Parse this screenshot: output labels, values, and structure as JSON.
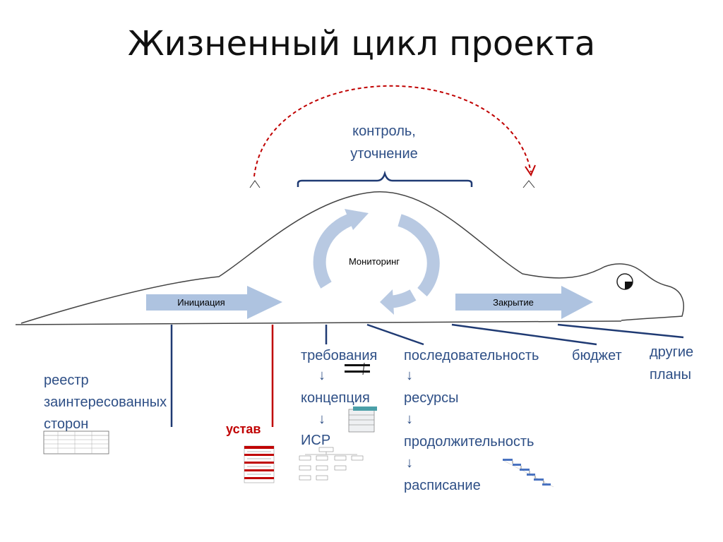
{
  "title": "Жизненный цикл проекта",
  "control_label": {
    "line1": "контроль,",
    "line2": "уточнение"
  },
  "phases": {
    "initiation": "Инициация",
    "monitoring": "Мониторинг",
    "closing": "Закрытие"
  },
  "outputs": {
    "stakeholders": [
      "реестр",
      "заинтересованных",
      "сторон"
    ],
    "charter": "устав",
    "scope_chain": [
      "требования",
      "↓",
      "концепция",
      "↓",
      "ИСР"
    ],
    "schedule_chain": [
      "последовательность",
      "↓",
      "ресурсы",
      "↓",
      "продолжительность",
      "↓",
      "расписание"
    ],
    "budget": "бюджет",
    "other_plans": [
      "другие",
      "планы"
    ]
  },
  "colors": {
    "title": "#111111",
    "blue_text": "#2e4f86",
    "navy_line": "#1f3a73",
    "red_dashed": "#c00000",
    "phase_arrow": "#aec3e0",
    "cycle_arrow": "#b8c9e2"
  }
}
